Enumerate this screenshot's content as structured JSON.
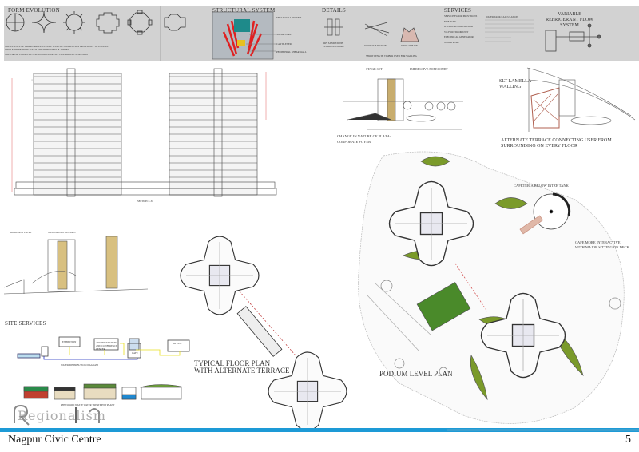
{
  "top_panel": {
    "form_evolution": {
      "title": "FORM EVOLUTION",
      "note_1": "THE ESSENCE OF INDIAN ARCHITECTURE IS IN THE CONNECTION FROM BUILT TO UNBUILT CIRCLE REPRESENTS FOCUS AND INTROVERT PLANNING",
      "note_2": "THE CIRCLE IS THEN REVERSED WHICH DEPICTS EXTROVERT PLANNING"
    },
    "structural_system": {
      "title": "STRUCTURAL SYSTEM",
      "labels": [
        "SHEAR WALL SYSTEM",
        "SHEAR CORE",
        "CANTILEVER",
        "PERIPHERAL SHEAR WALL"
      ]
    },
    "details": {
      "title": "DETAILS",
      "items": [
        "DRY SAND STONE CLADDING DETAIL",
        "JOINT AT JUNCTION",
        "JOINT AT BASE"
      ],
      "note": "SHORT LENGTH TIMBER USED FOR WALLING"
    },
    "services": {
      "title": "SERVICES",
      "items": [
        "SERVICE FLOOR PROVISIONS",
        "FIRE TANK",
        "OVERHEAD WATER TANK",
        "V.R.F OUTDOOR UNIT",
        "ELECTRICAL GENERATOR",
        "WATER PUMP"
      ],
      "calc_title": "WATER TANK CALCULATION"
    },
    "vrf": {
      "title": "VARIABLE REFRIGERANT FLOW SYSTEM"
    }
  },
  "section": {
    "caption": "SECTION X-X'"
  },
  "perspective_plaza": {
    "stage_set": "STAGE SET",
    "forecourt": "IMPRESSIVE FORECOURT",
    "caption_1": "CHANGE IN NATURE OF PLAZA-",
    "caption_2": "CORPORATE FOYER:"
  },
  "perspective_terrace": {
    "lamella": "SLT LAMELLA WALLING",
    "caption": "ALTERNATE TERRACE CONNECTING USER FROM SURROUNDING ON EVERY FLOOR"
  },
  "entry_view": {
    "dominant_entry": "DOMINANT ENTRY",
    "fountain": "WELCOMING FOUNTAIN"
  },
  "site_services": {
    "title": "SITE SERVICES",
    "blocks": [
      "EXHIBITION",
      "ADMINISTRATION AND CONFERENCE CENTER",
      "CAFE",
      "OFFICE"
    ],
    "water_caption": "WATER DISTRIBUTION DIAGRAM",
    "treatment_caption": "PHYTOROID WASTE WATER TREATMENT PLANT"
  },
  "typical_plan": {
    "caption_1": "TYPICAL FLOOR PLAN",
    "caption_2": "WITH ALTERNATE TERRACE"
  },
  "podium_plan": {
    "caption": "PODIUM LEVEL PLAN",
    "cafeteria": "CAFETERIA BELOW INTZE TANK",
    "cafe_1": "CAFE MORE INTERACTIVE",
    "cafe_2": "WITH MAJOR SITTING ON DECK"
  },
  "logo": {
    "text": "Regionalism"
  },
  "footer": {
    "title": "Nagpur Civic Centre",
    "page_number": "5"
  },
  "colors": {
    "panel_gray": "#d2d2d2",
    "footer_blue": "#1d9ad6",
    "lawn_green": "#7a9a2a",
    "structure_red": "#e02020"
  }
}
